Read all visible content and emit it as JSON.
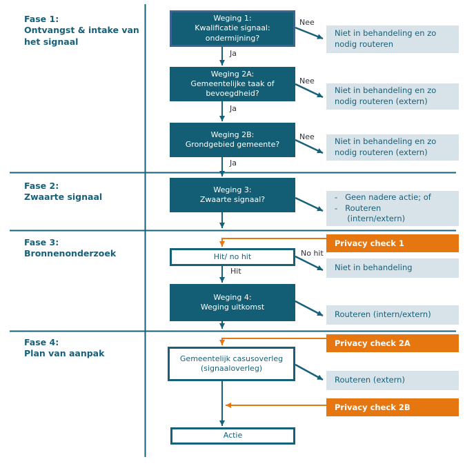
{
  "colors": {
    "teal_fill": "#135e74",
    "teal_line": "#17607a",
    "selected_border_navy": "#3d6392",
    "light_box": "#d7e3e8",
    "orange": "#e6760f",
    "edge_label_text": "#2e2e3a"
  },
  "phases": [
    {
      "label": "Fase 1:\nOntvangst & intake van\nhet signaal"
    },
    {
      "label": "Fase 2:\nZwaarte signaal"
    },
    {
      "label": "Fase 3:\nBronnenonderzoek"
    },
    {
      "label": "Fase 4:\nPlan van aanpak"
    }
  ],
  "nodes": {
    "weging1": "Weging 1:\nKwalificatie signaal:\nondermijning?",
    "weging2a": "Weging 2A:\nGemeentelijke taak of\nbevoegdheid?",
    "weging2b": "Weging 2B:\nGrondgebied gemeente?",
    "weging3": "Weging 3:\nZwaarte signaal?",
    "hit_no_hit": "Hit/ no hit",
    "weging4": "Weging 4:\nWeging uitkomst",
    "casusoverleg": "Gemeentelijk casusoverleg\n(signaaloverleg)",
    "actie": "Actie"
  },
  "outcomes": {
    "niet_in_behandeling_routeren": "Niet in behandeling en zo\nnodig routeren",
    "niet_in_behandeling_extern_1": "Niet in behandeling en zo\nnodig routeren (extern)",
    "niet_in_behandeling_extern_2": "Niet in behandeling en zo\nnodig routeren (extern)",
    "geen_nadere_actie": "-   Geen nadere actie; of\n-   Routeren\n     (intern/extern)",
    "niet_in_behandeling": "Niet in behandeling",
    "routeren_intern_extern": "Routeren (intern/extern)",
    "routeren_extern": "Routeren (extern)"
  },
  "privacy_checks": {
    "check1": "Privacy check 1",
    "check2a": "Privacy check 2A",
    "check2b": "Privacy check 2B"
  },
  "edge_labels": {
    "ja1": "Ja",
    "ja2": "Ja",
    "ja3": "Ja",
    "nee1": "Nee",
    "nee2": "Nee",
    "nee3": "Nee",
    "hit": "Hit",
    "no_hit": "No hit"
  }
}
